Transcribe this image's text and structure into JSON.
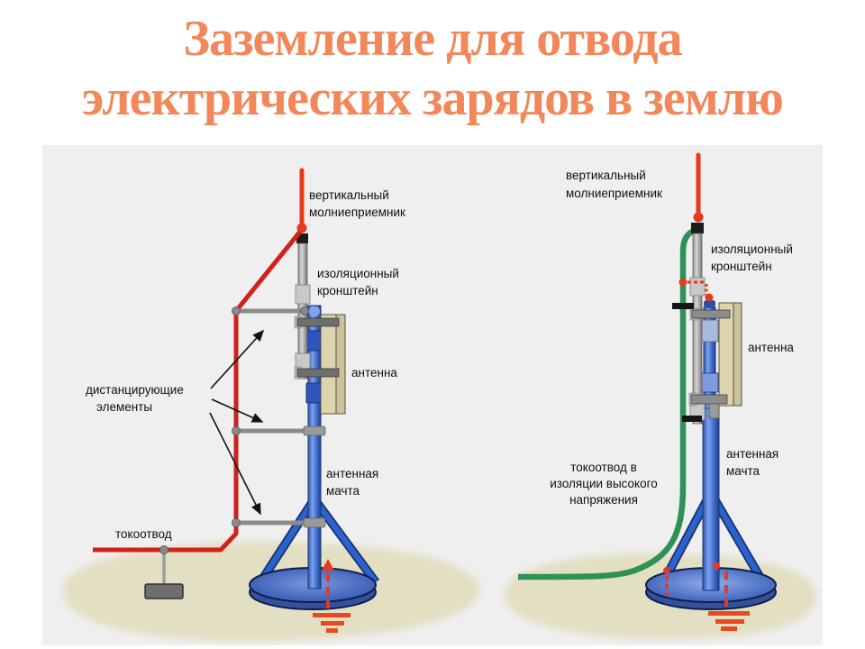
{
  "title": {
    "line1": "Заземление для отвода",
    "line2": "электрических зарядов в землю"
  },
  "left_diagram": {
    "labels": {
      "lightning_rod_line1": "вертикальный",
      "lightning_rod_line2": "молниеприемник",
      "bracket_line1": "изоляционный",
      "bracket_line2": "кронштейн",
      "antenna": "антенна",
      "spacers_line1": "дистанцирующие",
      "spacers_line2": "элементы",
      "mast_line1": "антенная",
      "mast_line2": "мачта",
      "down_conductor": "токоотвод"
    }
  },
  "right_diagram": {
    "labels": {
      "lightning_rod_line1": "вертикальный",
      "lightning_rod_line2": "молниеприемник",
      "bracket_line1": "изоляционный",
      "bracket_line2": "кронштейн",
      "antenna": "антенна",
      "mast_line1": "антенная",
      "mast_line2": "мачта",
      "down_conductor_line1": "токоотвод в",
      "down_conductor_line2": "изоляции высокого",
      "down_conductor_line3": "напряжения"
    }
  },
  "colors": {
    "title_orange": "#F2885A",
    "panel_background": "#EFEFEF",
    "lightning_rod_red": "#E8391D",
    "down_conductor_red": "#CE221A",
    "insulated_conductor_green": "#2E9158",
    "mast_blue": "#3E6FD0",
    "tripod_blue": "#2B62CB",
    "bracket_gray": "#9A9A9A",
    "antenna_panel_beige": "#DDD4AE",
    "ground_symbol_orange": "#E8491F",
    "soil_beige": "#E3DFC3",
    "label_text": "#111111"
  }
}
